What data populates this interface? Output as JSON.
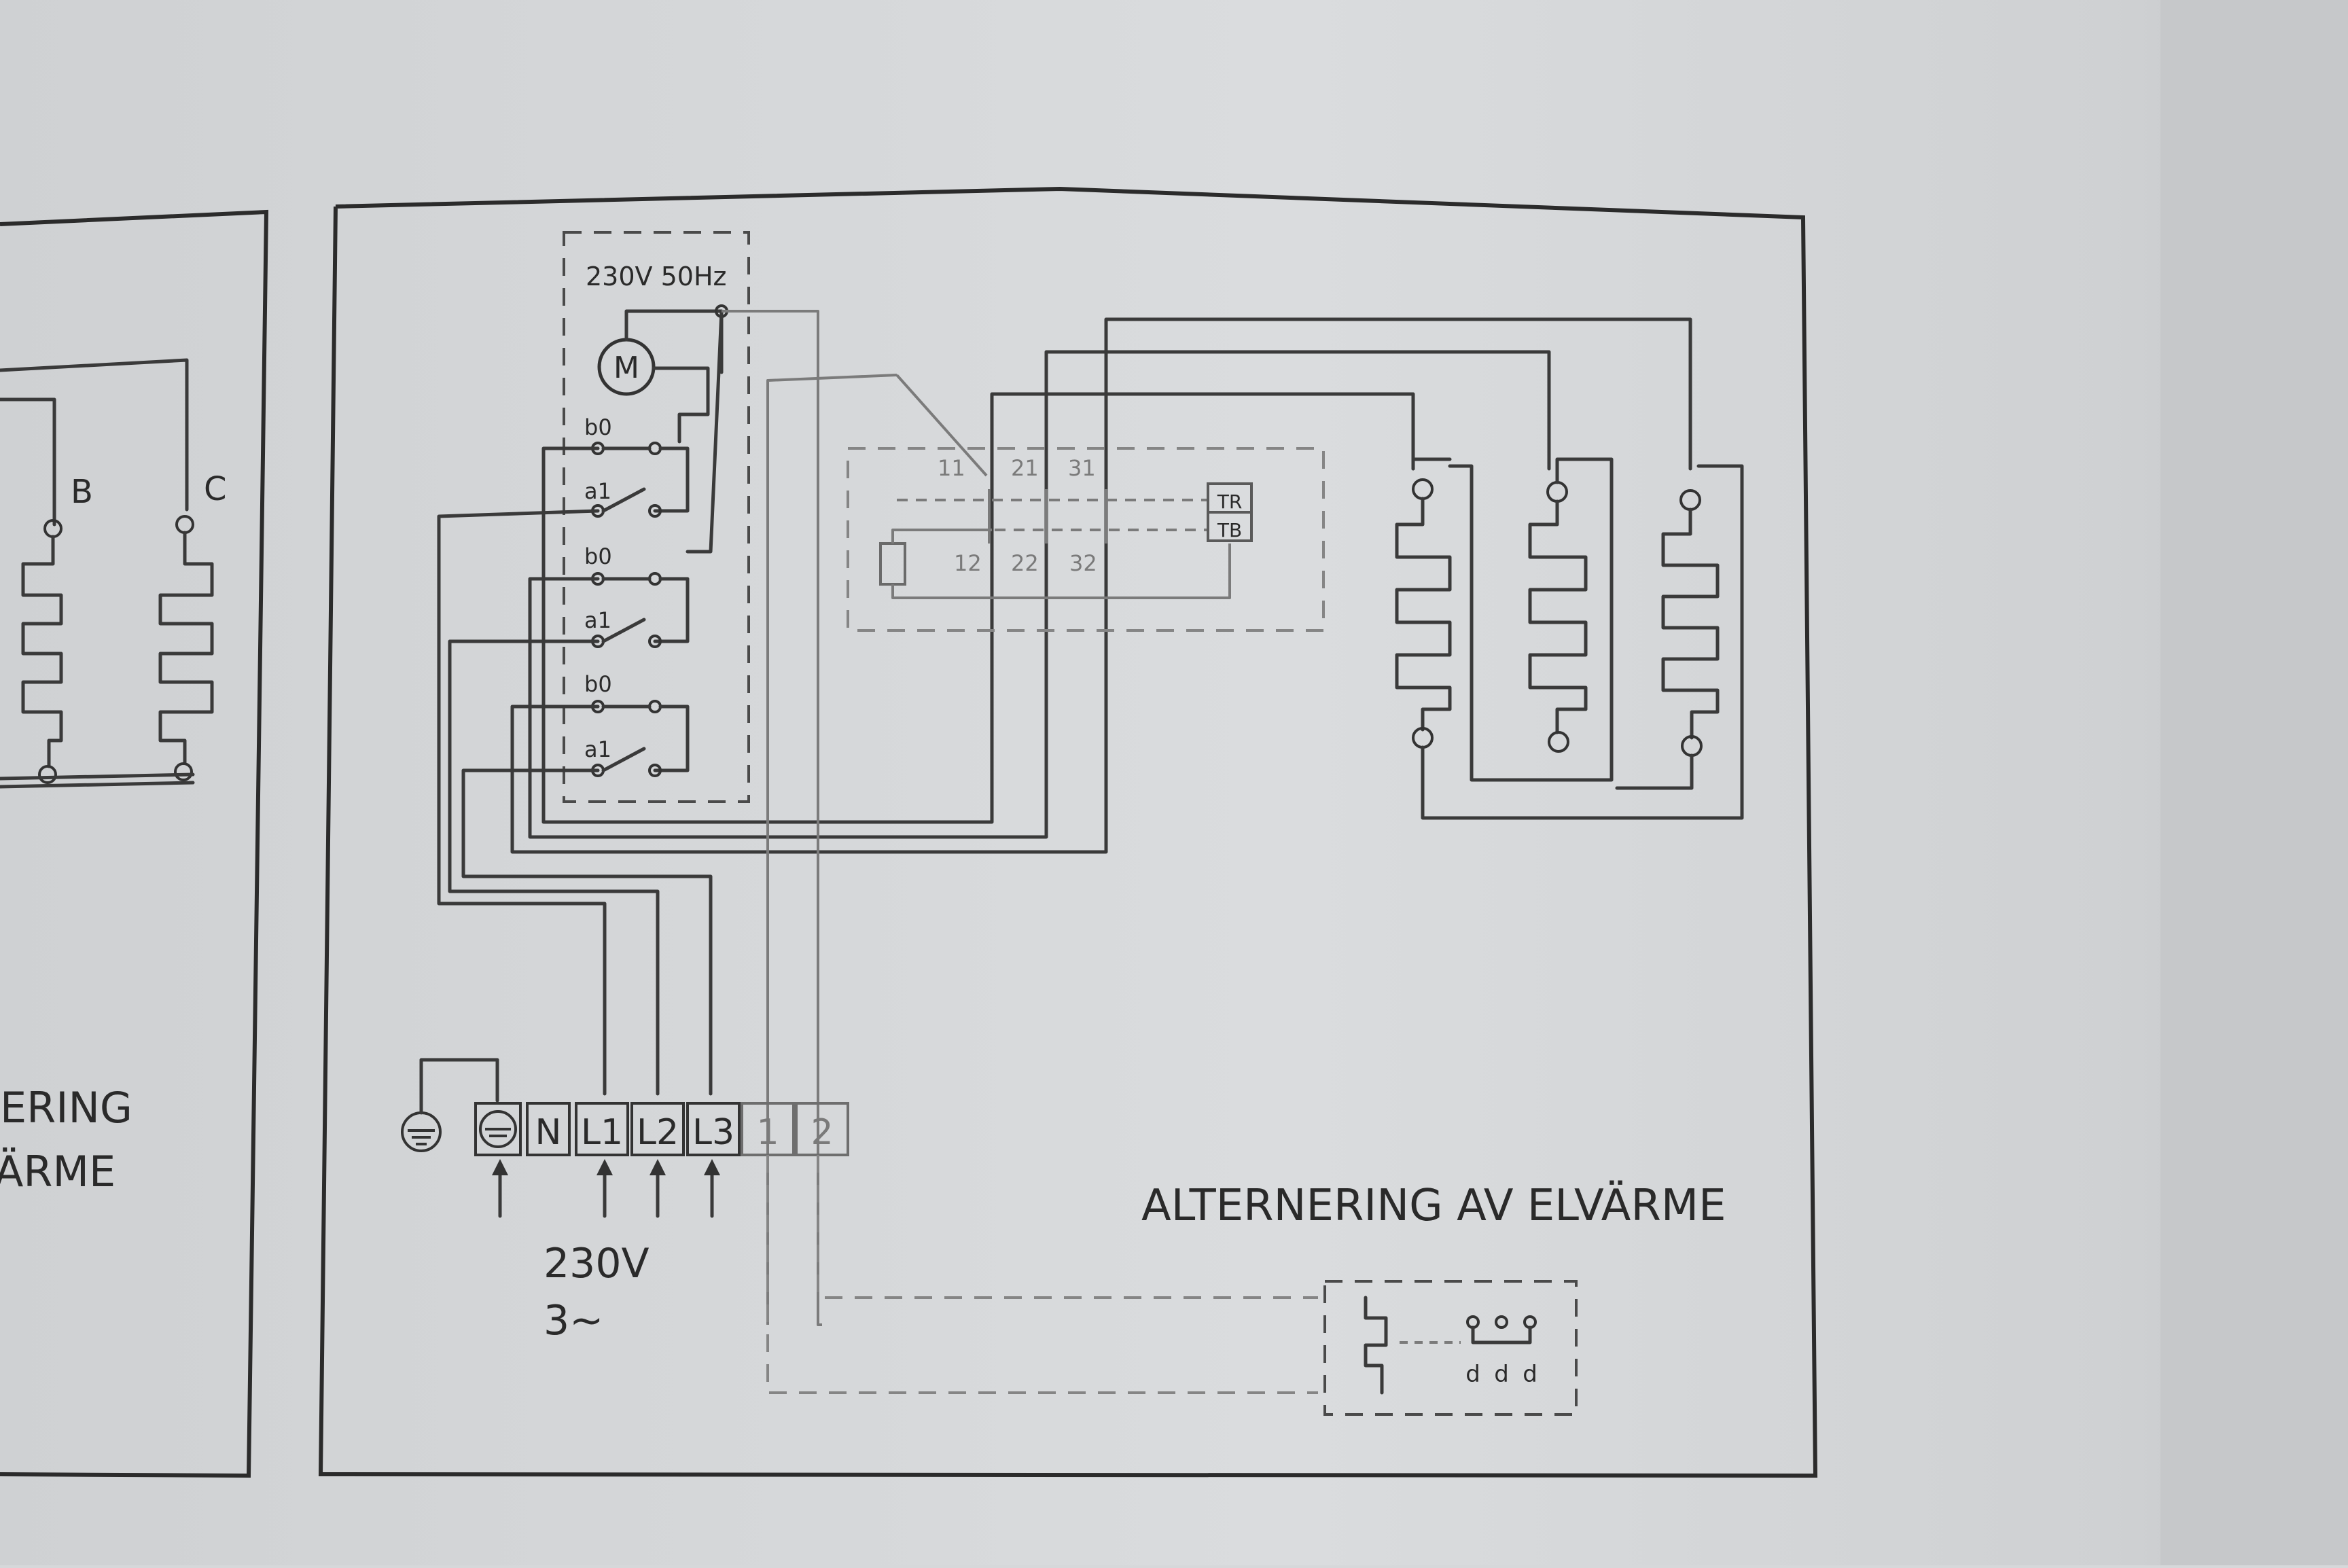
{
  "left_panel": {
    "heater_labels": [
      "B",
      "C"
    ],
    "caption_line1": "ERING",
    "caption_line2": "ÄRME"
  },
  "schematic": {
    "supply_label": "230V 50Hz",
    "motor_label": "M",
    "contact_labels": [
      "b0",
      "a1",
      "b0",
      "a1",
      "b0",
      "a1"
    ],
    "relay_top_labels": [
      "11",
      "21",
      "31"
    ],
    "relay_bottom_labels": [
      "12",
      "22",
      "32"
    ],
    "thermostat_labels": [
      "TR",
      "TB"
    ],
    "terminals": [
      "N",
      "L1",
      "L2",
      "L3",
      "1",
      "2"
    ],
    "supply_voltage": "230V",
    "supply_phase": "3~",
    "title": "ALTERNERING AV ELVÄRME",
    "remote_labels": [
      "d",
      "d",
      "d"
    ]
  },
  "colors": {
    "paper": "#d6d8da",
    "ink": "#2b2b2b",
    "faint_ink": "#7b7b7b"
  }
}
